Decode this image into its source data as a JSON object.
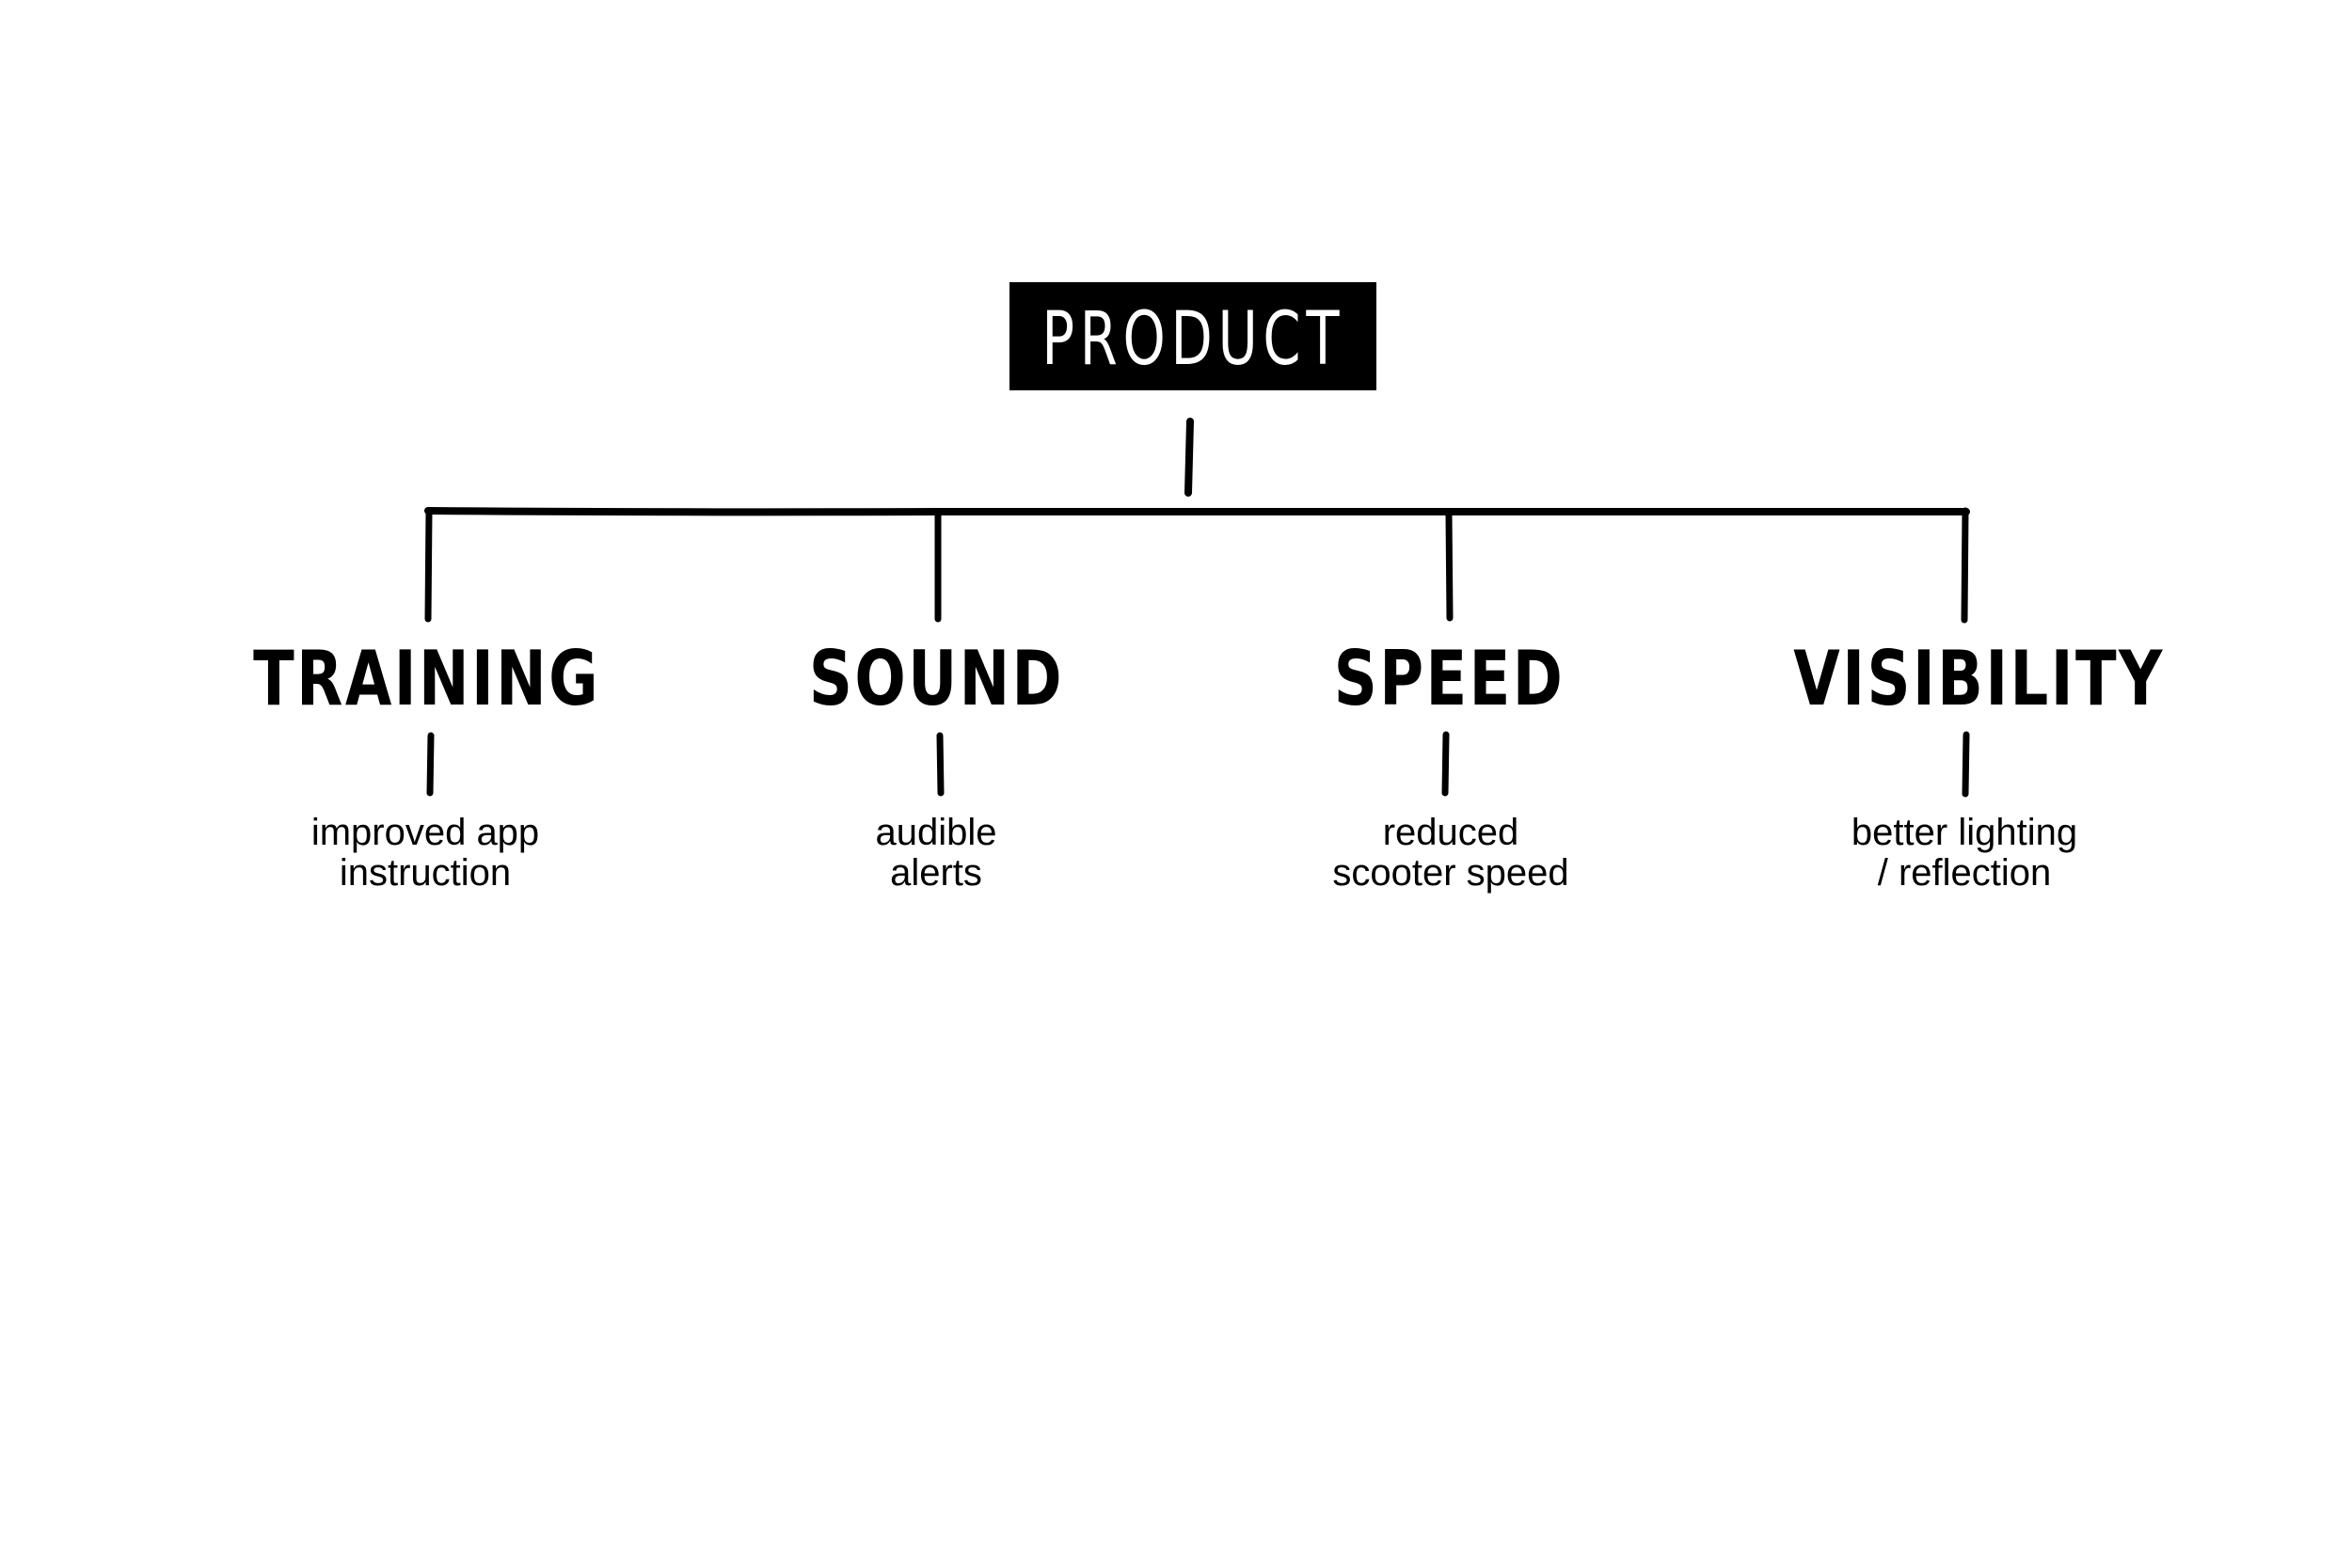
{
  "root": {
    "label": "PRODUCT",
    "box_color": "#000000",
    "text_color": "#ffffff"
  },
  "categories": [
    {
      "label": "TRAINING",
      "detail_lines": [
        "improved app",
        "instruction"
      ]
    },
    {
      "label": "SOUND",
      "detail_lines": [
        "audible",
        "alerts"
      ]
    },
    {
      "label": "SPEED",
      "detail_lines": [
        "reduced",
        "scooter speed"
      ]
    },
    {
      "label": "VISIBILITY",
      "detail_lines": [
        "better lighting",
        "/ reflection"
      ]
    }
  ]
}
